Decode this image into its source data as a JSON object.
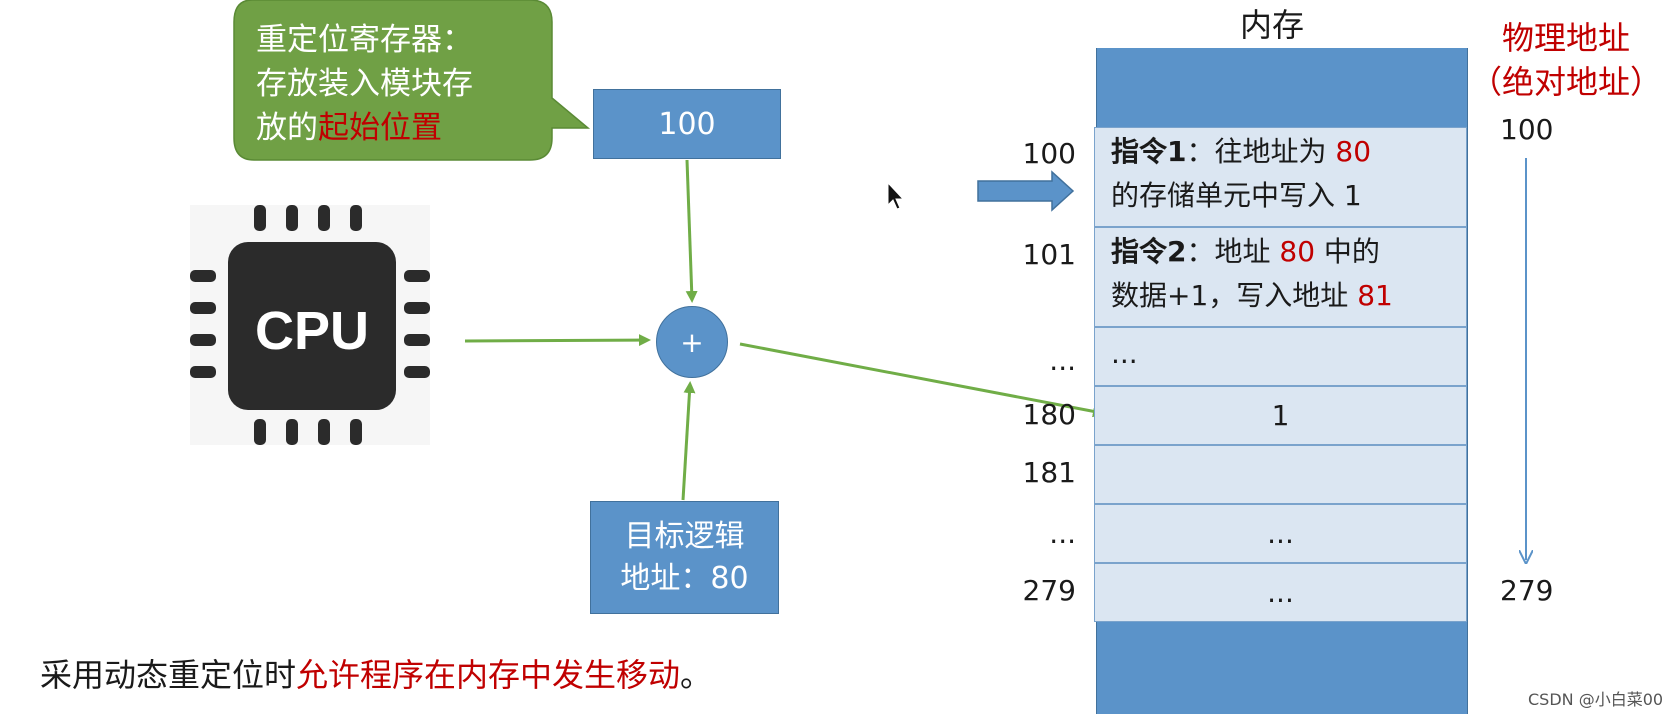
{
  "callout": {
    "line1": "重定位寄存器：",
    "line2": "存放装入模块存",
    "line3_prefix": "放的",
    "line3_highlight": "起始位置"
  },
  "relocation_register": {
    "value": "100"
  },
  "adder": {
    "symbol": "+"
  },
  "cpu": {
    "label": "CPU"
  },
  "logical_address": {
    "line1": "目标逻辑",
    "line2": "地址：80"
  },
  "memory": {
    "title": "内存",
    "cells": [
      {
        "addr": "100",
        "bold": "指令1",
        "text_a": "：往地址为 ",
        "red_a": "80",
        "line2": "的存储单元中写入 1"
      },
      {
        "addr": "101",
        "bold": "指令2",
        "text_a": "：地址 ",
        "red_a": "80",
        "text_b": " 中的",
        "line2_prefix": "数据+1，写入地址 ",
        "red_b": "81"
      },
      {
        "addr": "...",
        "content": "..."
      },
      {
        "addr": "180",
        "content": "1"
      },
      {
        "addr": "181",
        "content": ""
      },
      {
        "addr": "...",
        "content": "..."
      },
      {
        "addr": "279",
        "content": "..."
      }
    ]
  },
  "physical": {
    "title_line1": "物理地址",
    "title_line2": "（绝对地址）",
    "start": "100",
    "end": "279"
  },
  "caption": {
    "prefix": "采用动态重定位时",
    "highlight": "允许程序在内存中发生移动",
    "suffix": "。"
  },
  "watermark": "CSDN @小白菜00",
  "colors": {
    "box_blue": "#5b93c9",
    "arrow_green": "#70ad47",
    "highlight_red": "#c00000",
    "callout_green": "#70a045"
  }
}
